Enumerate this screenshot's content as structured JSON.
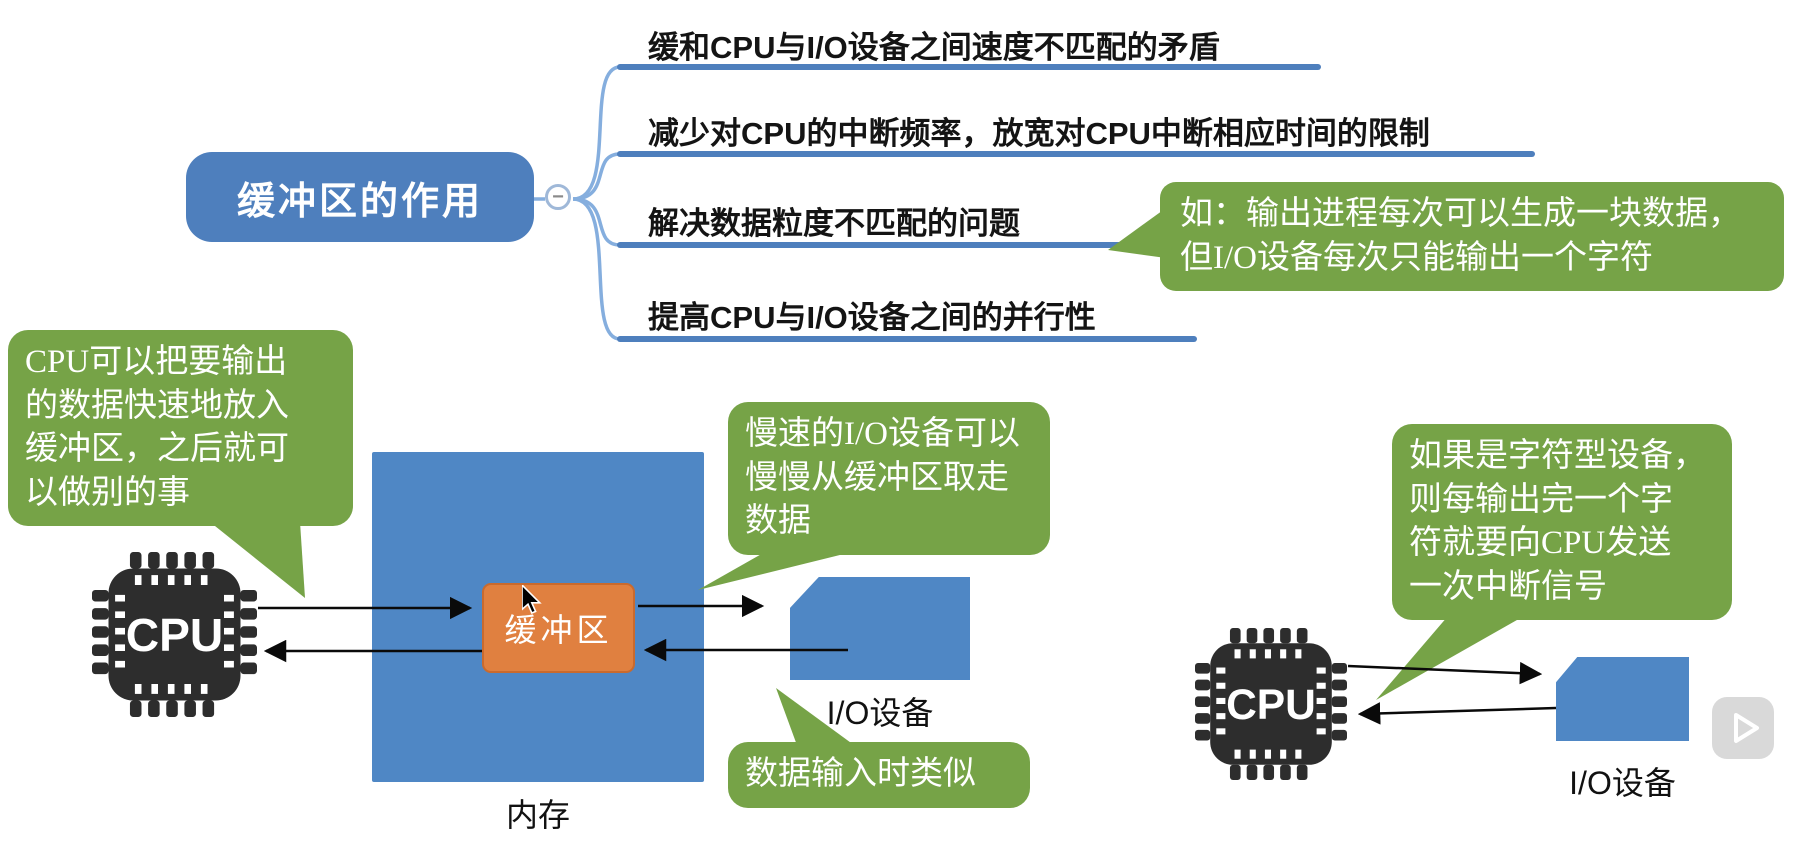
{
  "colors": {
    "node_blue": "#4e7fbd",
    "edge_blue": "#85aede",
    "underline_blue": "#4e7fbd",
    "bubble_green": "#76a347",
    "memory_blue": "#4f87c5",
    "buffer_orange": "#e08040",
    "chip_dark": "#2d2d2d"
  },
  "mindmap": {
    "root_label": "缓冲区的作用",
    "collapse_glyph": "−",
    "branches": [
      {
        "label": "缓和CPU与I/O设备之间速度不匹配的矛盾"
      },
      {
        "label": "减少对CPU的中断频率，放宽对CPU中断相应时间的限制"
      },
      {
        "label": "解决数据粒度不匹配的问题"
      },
      {
        "label": "提高CPU与I/O设备之间的并行性"
      }
    ],
    "callout": "如：输出进程每次可以生成一块数据，\n但I/O设备每次只能输出一个字符"
  },
  "output_diagram": {
    "cpu_bubble": "CPU可以把要输出\n的数据快速地放入\n缓冲区，之后就可\n以做别的事",
    "cpu_label": "CPU",
    "memory_label": "内存",
    "buffer_label": "缓冲区",
    "io_bubble": "慢速的I/O设备可以\n慢慢从缓冲区取走\n数据",
    "io_label": "I/O设备",
    "note_bubble": "数据输入时类似"
  },
  "char_device_diagram": {
    "bubble": "如果是字符型设备，\n则每输出完一个字\n符就要向CPU发送\n一次中断信号",
    "cpu_label": "CPU",
    "io_label": "I/O设备"
  }
}
